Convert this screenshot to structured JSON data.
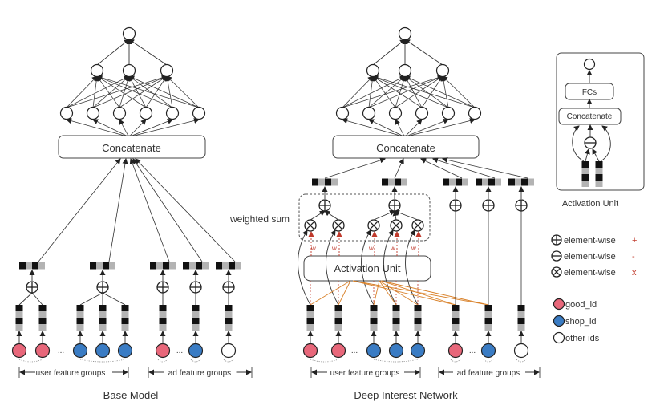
{
  "base_model": {
    "title": "Base Model",
    "concat_label": "Concatenate",
    "user_group_label": "user feature groups",
    "ad_group_label": "ad feature groups",
    "ellipsis": "..."
  },
  "din": {
    "title": "Deep Interest Network",
    "concat_label": "Concatenate",
    "activation_unit_label": "Activation Unit",
    "weighted_sum_label": "weighted sum",
    "weight_label": "w",
    "user_group_label": "user feature groups",
    "ad_group_label": "ad feature groups",
    "ellipsis": "..."
  },
  "activation_unit_detail": {
    "title": "Activation Unit",
    "fcs_label": "FCs",
    "concat_label": "Concatenate"
  },
  "legend": {
    "ops": [
      {
        "symbol": "plus",
        "label": "element-wise",
        "op": "+"
      },
      {
        "symbol": "minus",
        "label": "element-wise",
        "op": "-"
      },
      {
        "symbol": "times",
        "label": "element-wise",
        "op": "x"
      }
    ],
    "ids": [
      {
        "kind": "good",
        "label": "good_id"
      },
      {
        "kind": "shop",
        "label": "shop_id"
      },
      {
        "kind": "other",
        "label": "other ids"
      }
    ]
  },
  "colors": {
    "good_id": "#e8677a",
    "shop_id": "#3a7cc4",
    "other_id": "#ffffff",
    "weight_red": "#c0392b",
    "orange_link": "#d9822b",
    "embed_dark": "#111111",
    "embed_light": "#b3b3b3"
  }
}
